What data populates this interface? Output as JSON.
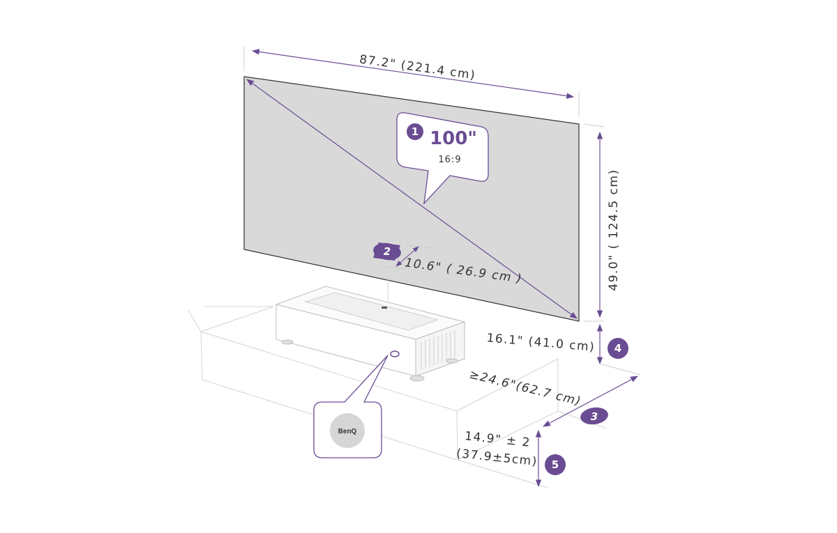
{
  "colors": {
    "accent": "#6a4c93",
    "screen": "#d9d9d9",
    "line": "#cfcfcf",
    "text": "#333333"
  },
  "screen": {
    "width_label": "87.2\" (221.4 cm)",
    "height_label": "49.0\" ( 124.5 cm)"
  },
  "callout": {
    "number": "1",
    "size": "100\"",
    "ratio": "16:9"
  },
  "offset": {
    "number": "2",
    "label": "10.6\" ( 26.9 cm )"
  },
  "depth": {
    "number": "3",
    "label": "≥24.6\"(62.7 cm)"
  },
  "screen_bottom": {
    "number": "4",
    "label": "16.1\" (41.0 cm)"
  },
  "table_height": {
    "number": "5",
    "line1": "14.9\" ± 2",
    "line2": "(37.9±5cm)"
  },
  "logo": {
    "brand": "BenQ",
    "icon": "benq-logo-icon"
  }
}
